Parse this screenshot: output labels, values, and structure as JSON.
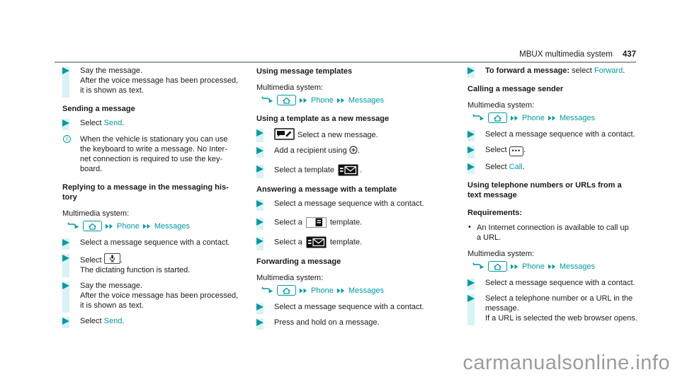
{
  "header": {
    "title": "MBUX multimedia system",
    "page_number": "437"
  },
  "watermark": "carmanualsonline.info",
  "colors": {
    "accent": "#009AA3",
    "highlight_bar": "#D7F3F4",
    "rule": "#9AA3A5",
    "watermark": "#9C9C9C"
  },
  "nav": {
    "phone": "Phone",
    "messages": "Messages"
  },
  "icons": {
    "bullet_arrow": "css-triangle-right",
    "nav_arrow": "svg-corner-arrow-right",
    "home": "svg-house-outline",
    "chevrons": "svg-double-triangle-right",
    "info": "i",
    "round_dot": "•",
    "dots": "•••",
    "microphone": "svg-mic-key",
    "new_message": "svg-speech-bubble-pen",
    "add": "svg-plus-circle",
    "envelope_template": "svg-envelope-lines",
    "text_template": "svg-document-card"
  },
  "common": {
    "select": "Select ",
    "period": ".",
    "multimedia": "Multimedia system:",
    "select_seq": "Select a message sequence with a contact."
  },
  "c1": {
    "say1": "Say the message.",
    "say2": "After the voice message has been processed,",
    "say3": "it is shown as text.",
    "h_send": "Sending a message",
    "send_link": "Send",
    "note1": "When the vehicle is stationary you can use",
    "note2": "the keyboard to write a message. No Inter-",
    "note3": "net connection is required to use the key-",
    "note4": "board.",
    "h_reply1": "Replying to a message in the messaging his-",
    "h_reply2": "tory",
    "dict": "The dictating function is started."
  },
  "c2": {
    "h_templates": "Using message templates",
    "h_newmsg": "Using a template as a new message",
    "new_message": "Select a new message.",
    "add_recipient_pre": "Add a recipient using ",
    "select_template_pre": "Select a template ",
    "h_answer": "Answering a message with a template",
    "select_a": "Select a ",
    "template_post": " template.",
    "h_forward": "Forwarding a message",
    "press_hold": "Press and hold on a message."
  },
  "c3": {
    "fwd_bold": "To forward a message:",
    "fwd_mid": " select ",
    "fwd_link": "Forward",
    "h_calling": "Calling a message sender",
    "call_link": "Call",
    "h_url1": "Using telephone numbers or URLs from a",
    "h_url2": "text message",
    "req_label": "Requirements:",
    "req1": "An Internet connection is available to call up",
    "req2": "a URL.",
    "tel1": "Select a telephone number or a URL in the",
    "tel2": "message.",
    "tel3": "If a URL is selected the web browser opens."
  }
}
